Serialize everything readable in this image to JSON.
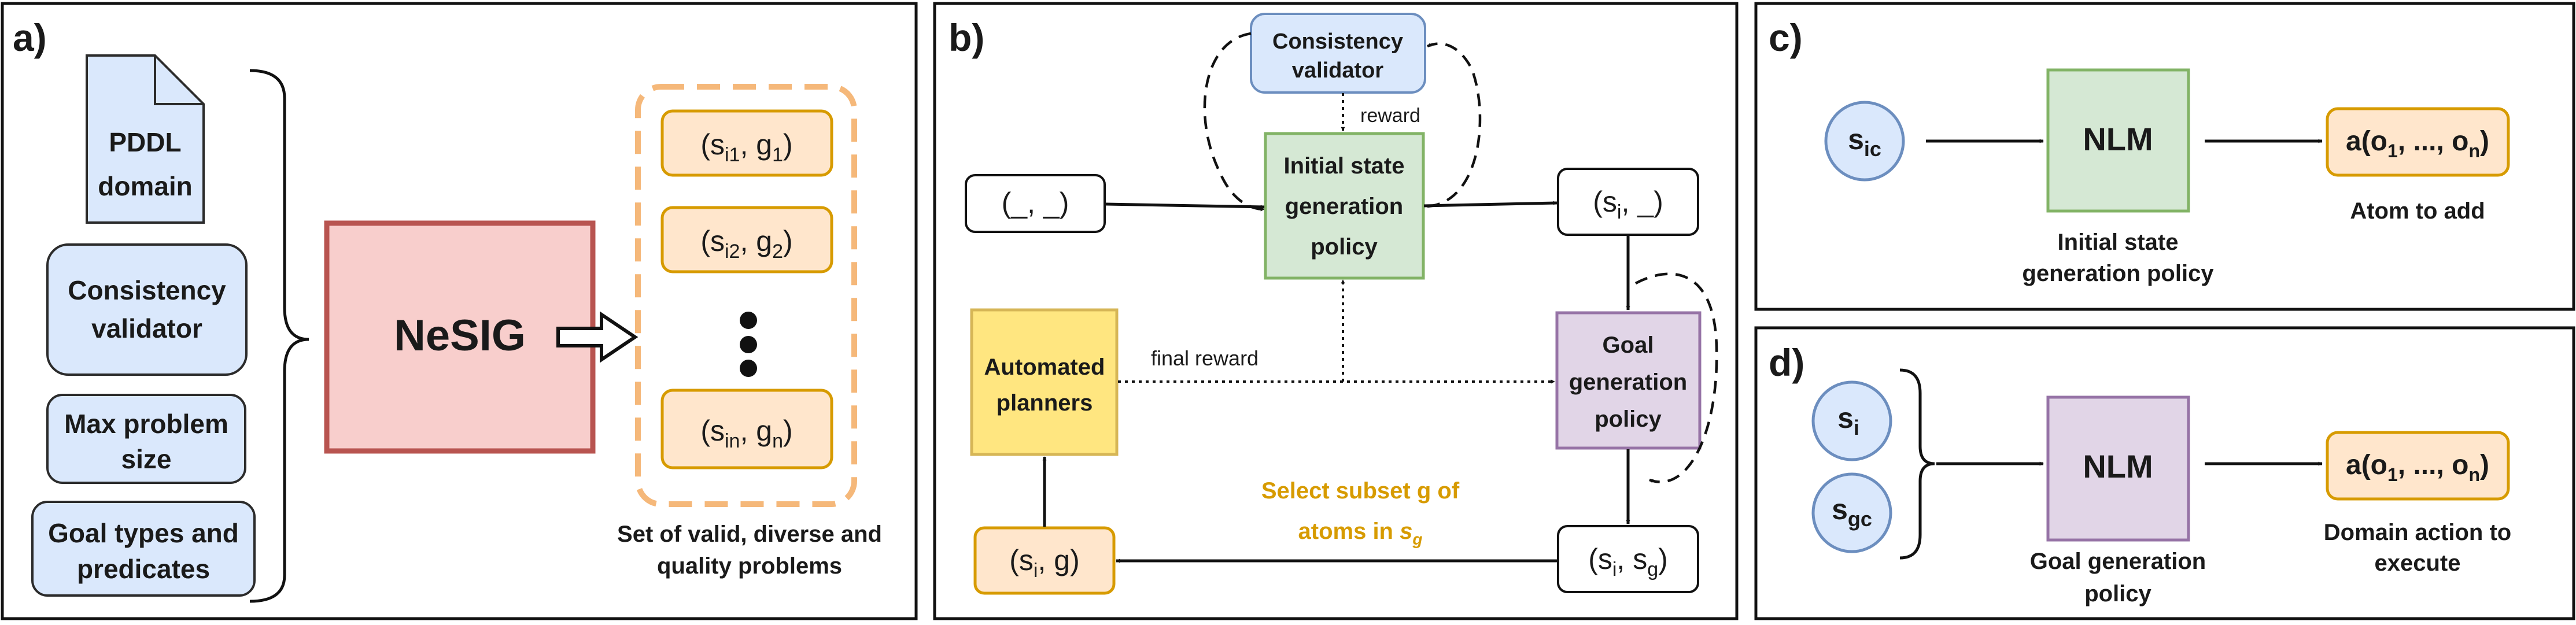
{
  "panels": {
    "a": {
      "label": "a)",
      "inputs": {
        "pddl_domain": [
          "PDDL",
          "domain"
        ],
        "consistency_validator": [
          "Consistency",
          "validator"
        ],
        "max_problem_size": [
          "Max problem",
          "size"
        ],
        "goal_types": [
          "Goal types and",
          "predicates"
        ]
      },
      "nesig": "NeSIG",
      "problems": [
        {
          "open": "(s",
          "sub": "i1",
          "mid": ", g",
          "sub2": "1",
          "close": ")"
        },
        {
          "open": "(s",
          "sub": "i2",
          "mid": ", g",
          "sub2": "2",
          "close": ")"
        },
        {
          "open": "(s",
          "sub": "in",
          "mid": ", g",
          "sub2": "n",
          "close": ")"
        }
      ],
      "caption": [
        "Set of valid, diverse and",
        "quality problems"
      ]
    },
    "b": {
      "label": "b)",
      "consistency_validator": [
        "Consistency",
        "validator"
      ],
      "reward": "reward",
      "initial_policy": [
        "Initial state",
        "generation",
        "policy"
      ],
      "empty_state": "(_, _)",
      "si_state": {
        "open": "(s",
        "sub": "i",
        "close": ", _)"
      },
      "automated_planners": [
        "Automated",
        "planners"
      ],
      "final_reward": "final reward",
      "goal_policy": [
        "Goal",
        "generation",
        "policy"
      ],
      "select_line1": "Select subset g of",
      "select_line2": {
        "pre": "atoms in ",
        "var": "s",
        "sub": "g"
      },
      "si_sg": {
        "open": "(s",
        "sub": "i",
        "mid": ", s",
        "sub2": "g",
        "close": ")"
      },
      "si_g": {
        "open": "(s",
        "sub": "i",
        "close": ", g)"
      }
    },
    "c": {
      "label": "c)",
      "input": {
        "var": "s",
        "sub": "ic"
      },
      "nlm": "NLM",
      "output": {
        "open": "a(o",
        "sub": "1",
        "mid": ", ..., o",
        "sub2": "n",
        "close": ")"
      },
      "policy_caption": [
        "Initial state",
        "generation policy"
      ],
      "output_caption": "Atom to add"
    },
    "d": {
      "label": "d)",
      "input1": {
        "var": "s",
        "sub": "i"
      },
      "input2": {
        "var": "s",
        "sub": "gc"
      },
      "nlm": "NLM",
      "output": {
        "open": "a(o",
        "sub": "1",
        "mid": ", ..., o",
        "sub2": "n",
        "close": ")"
      },
      "policy_caption": [
        "Goal generation",
        "policy"
      ],
      "output_caption": [
        "Domain action to",
        "execute"
      ]
    }
  },
  "colors": {
    "blue_fill": "#dae8fc",
    "blue_stroke": "#2b2b2b",
    "circle_stroke": "#6c8ebf",
    "orange_fill": "#ffe6cc",
    "orange_stroke": "#d79b00",
    "dash_orange": "#f5b87a",
    "red_fill": "#f8cecc",
    "red_stroke": "#b85450",
    "green_fill": "#d5e8d4",
    "green_stroke": "#82b366",
    "purple_fill": "#e1d5e7",
    "purple_stroke": "#9673a6",
    "yellow_fill": "#ffe680",
    "yellow_stroke": "#d6b656",
    "highlight_text": "#d79b00"
  }
}
